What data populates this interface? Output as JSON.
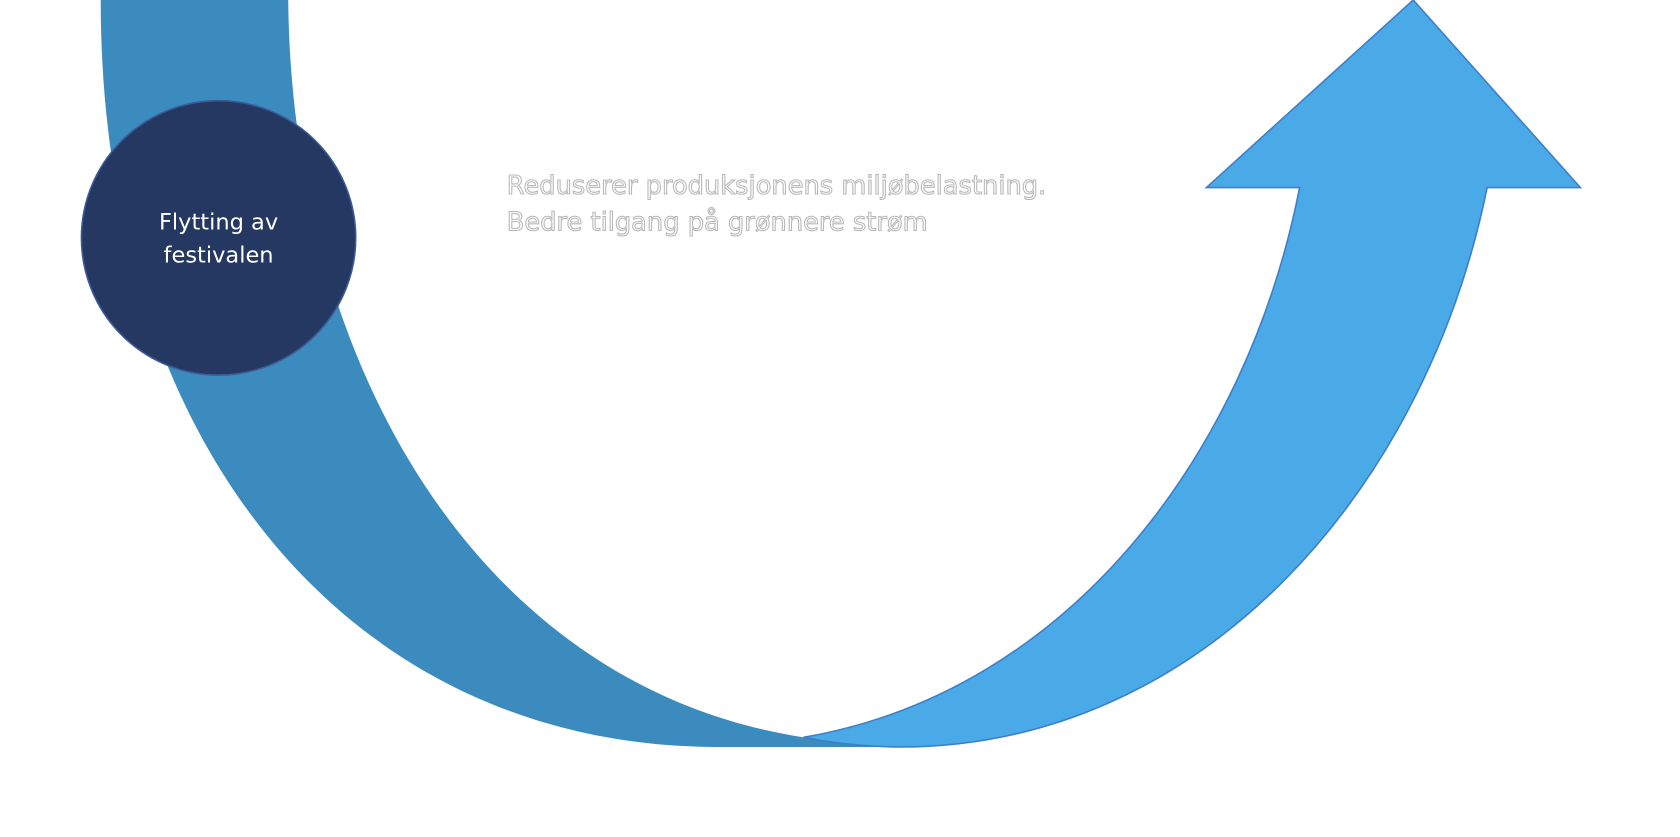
{
  "diagram": {
    "circle_label_line1": "Flytting av",
    "circle_label_line2": "festivalen",
    "description_line1": "Reduserer produksjonens miljøbelastning.",
    "description_line2": "Bedre tilgang på grønnere strøm"
  },
  "colors": {
    "left_band": "#3b8bbe",
    "right_arrow": "#4aaae8",
    "arrow_outline": "#3e7fc8",
    "circle": "#253861"
  }
}
